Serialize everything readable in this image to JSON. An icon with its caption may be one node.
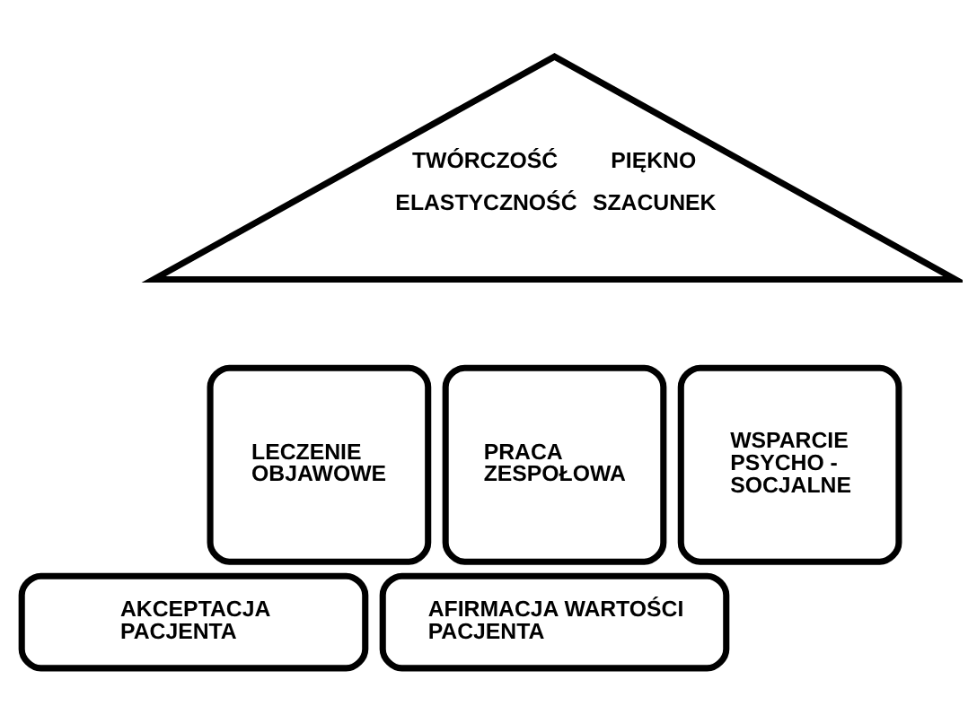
{
  "diagram": {
    "nodes": [
      {
        "text": [
          "TWÓRCZOŚĆ",
          "PIĘKNO",
          "ELASTYCZNOŚĆ",
          "SZACUNEK"
        ]
      },
      {
        "text": [
          "LECZENIE OBJAWOWE"
        ]
      },
      {
        "text": [
          "PRACA ZESPOŁOWA"
        ]
      },
      {
        "text": [
          "WSPARCIE PSYCHO - SOCJALNE"
        ]
      },
      {
        "text": [
          "AKCEPTACJA PACJENTA"
        ]
      },
      {
        "text": [
          "AFIRMACJA WARTOŚCI PACJENTA"
        ]
      }
    ],
    "edges": []
  }
}
